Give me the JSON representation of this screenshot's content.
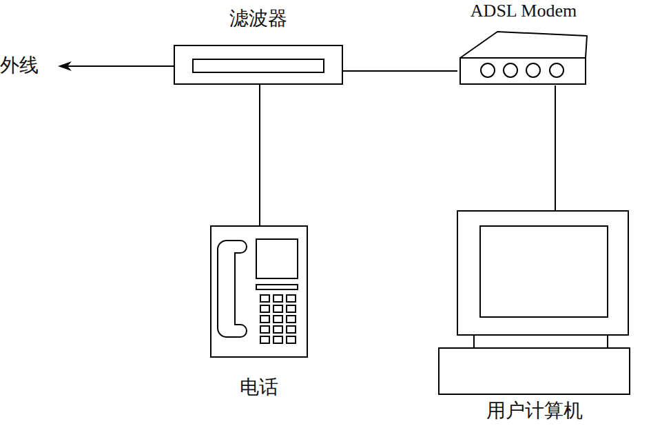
{
  "diagram": {
    "nodes": [
      {
        "text": [
          "滤波器"
        ]
      },
      {
        "text": [
          "ADSL Modem"
        ]
      },
      {
        "text": [
          "电话"
        ]
      },
      {
        "text": [
          "用户计算机"
        ]
      }
    ],
    "edges": [
      {
        "from": 0,
        "to": 1,
        "arrow": "none"
      },
      {
        "from": 0,
        "to": 2,
        "arrow": "none"
      },
      {
        "from": 1,
        "to": 3,
        "arrow": "none"
      }
    ],
    "labels": [
      "外线"
    ]
  }
}
